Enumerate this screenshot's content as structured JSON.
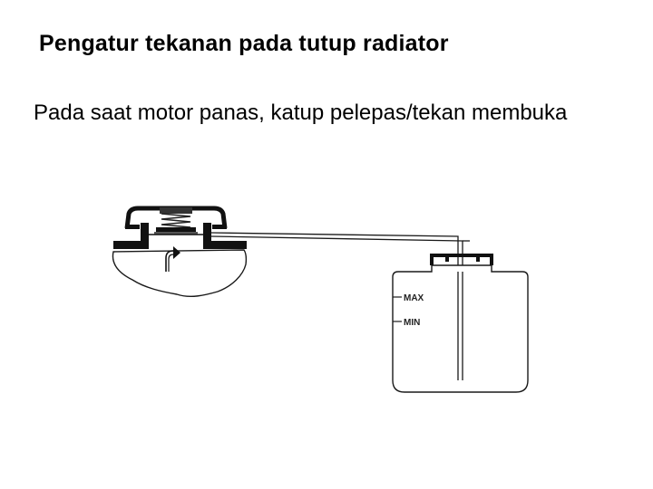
{
  "slide": {
    "title": "Pengatur tekanan pada tutup radiator",
    "body": "Pada saat motor panas, katup pelepas/tekan membuka"
  },
  "diagram": {
    "reservoir_labels": {
      "max": "MAX",
      "min": "MIN"
    },
    "colors": {
      "line": "#1a1a1a",
      "fill": "#ffffff"
    }
  }
}
